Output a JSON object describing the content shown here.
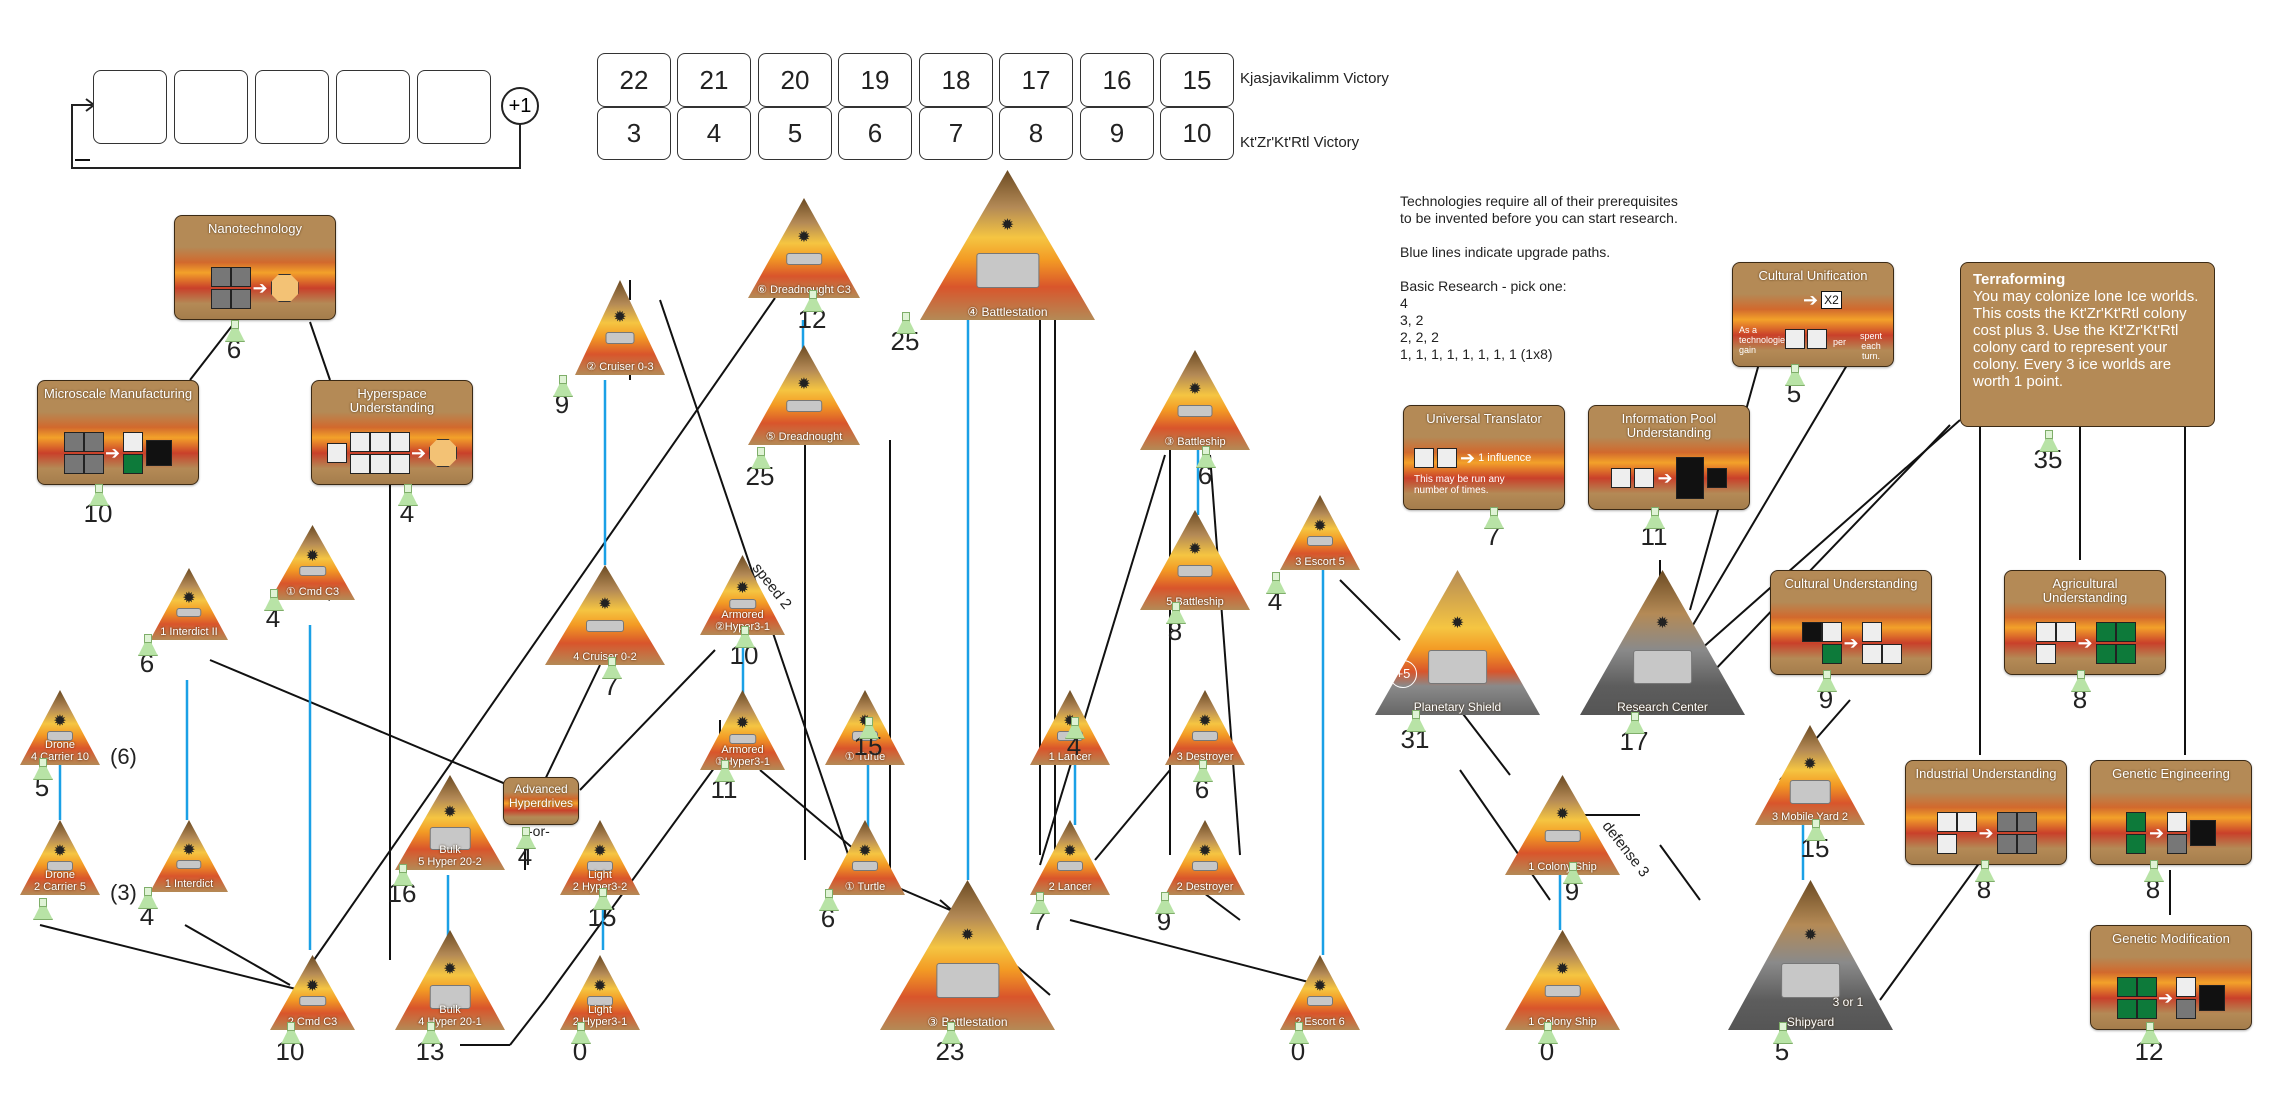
{
  "track": {
    "slots": [
      "",
      "",
      "",
      "",
      ""
    ],
    "plus_label": "+1"
  },
  "victory": {
    "top": [
      "22",
      "21",
      "20",
      "19",
      "18",
      "17",
      "16",
      "15"
    ],
    "bottom": [
      "3",
      "4",
      "5",
      "6",
      "7",
      "8",
      "9",
      "10"
    ],
    "top_label": "Kjasjavikalimm Victory",
    "bottom_label": "Kt'Zr'Kt'Rtl Victory"
  },
  "notes": {
    "lines": [
      "Technologies require all of their prerequisites",
      "to be invented before you can start research.",
      "",
      "Blue lines indicate upgrade paths.",
      "",
      "Basic Research - pick one:",
      "4",
      "3, 2",
      "2, 2, 2",
      "1, 1, 1, 1, 1, 1, 1, 1 (1x8)"
    ]
  },
  "cards": {
    "nanotechnology": {
      "title": "Nanotechnology",
      "cost": "6"
    },
    "microscale": {
      "title": "Microscale Manufacturing",
      "cost": "10"
    },
    "hyperspace": {
      "title": "Hyperspace Understanding",
      "cost": "4"
    },
    "adv_hyperdrives": {
      "title": "Advanced Hyperdrives",
      "cost": "4",
      "or": "-or-"
    },
    "universal_translator": {
      "title": "Universal Translator",
      "detail": "1 influence",
      "sub": "This may be run any number of times.",
      "cost": "7"
    },
    "info_pool": {
      "title": "Information Pool Understanding",
      "cost": "11"
    },
    "cultural_unification": {
      "title": "Cultural Unification",
      "x2": "X2",
      "sub1": "As a technologies gain",
      "sub2": "per",
      "sub3": "spent each turn.",
      "cost": "5"
    },
    "cultural_understanding": {
      "title": "Cultural Understanding",
      "cost": "9"
    },
    "agricultural": {
      "title": "Agricultural Understanding",
      "cost": "8"
    },
    "industrial": {
      "title": "Industrial Understanding",
      "cost": "8"
    },
    "genetic_eng": {
      "title": "Genetic Engineering",
      "cost": "8"
    },
    "genetic_mod": {
      "title": "Genetic Modification",
      "cost": "12"
    }
  },
  "terraforming": {
    "title": "Terraforming",
    "body": "You may colonize lone Ice worlds.  This costs the Kt'Zr'Kt'Rtl colony cost plus 3. Use the Kt'Zr'Kt'Rtl colony card to represent your colony. Every 3 ice worlds are worth 1 point.",
    "cost": "35"
  },
  "techs": {
    "drone4": {
      "label": "4 Carrier 10",
      "top": "Drone",
      "cost": "5"
    },
    "drone2": {
      "label": "2 Carrier 5",
      "top": "Drone",
      "cost": "",
      "note": "(3)"
    },
    "interdict_ii": {
      "label": "1 Interdict II",
      "cost": "6"
    },
    "interdict": {
      "label": "1 Interdict",
      "cost": "4"
    },
    "cmd_c3_top": {
      "label": "① Cmd  C3",
      "cost": "4"
    },
    "cmd_c3_bot": {
      "label": "2  Cmd  C3",
      "cost": "10"
    },
    "bulk5": {
      "label": "5 Hyper 20-2",
      "top": "Bulk",
      "cost": "16"
    },
    "bulk4": {
      "label": "4 Hyper 20-1",
      "top": "Bulk",
      "cost": "13"
    },
    "light32": {
      "label": "2 Hyper3-2",
      "top": "Light",
      "cost": "15"
    },
    "light31": {
      "label": "2 Hyper3-1",
      "top": "Light",
      "cost": "0"
    },
    "cruiser03": {
      "label": "② Cruiser 0-3",
      "cost": "9"
    },
    "cruiser02": {
      "label": "4  Cruiser 0-2",
      "cost": "7"
    },
    "armored2": {
      "label": "②Hyper3-1",
      "top": "Armored",
      "cost": "10"
    },
    "armored1": {
      "label": "①Hyper3-1",
      "top": "Armored",
      "cost": "11"
    },
    "dreadc3": {
      "label": "⑥ Dreadnought C3",
      "cost": "12"
    },
    "dread5": {
      "label": "⑤ Dreadnought",
      "cost": "25"
    },
    "turtle_top": {
      "label": "① Turtle",
      "cost": "15"
    },
    "turtle_bot": {
      "label": "① Turtle",
      "cost": "6"
    },
    "bstation4": {
      "label": "④  Battlestation",
      "cost": "25"
    },
    "bstation3": {
      "label": "③  Battlestation",
      "cost": "23"
    },
    "lancer1": {
      "label": "1  Lancer",
      "cost": "4"
    },
    "lancer2": {
      "label": "2  Lancer",
      "cost": "7"
    },
    "battleship3": {
      "label": "③ Battleship",
      "cost": "6"
    },
    "battleship5": {
      "label": "5  Battleship",
      "cost": "8"
    },
    "destroyer3": {
      "label": "3  Destroyer",
      "cost": "6"
    },
    "destroyer2": {
      "label": "2  Destroyer",
      "cost": "9"
    },
    "escort3": {
      "label": "3  Escort 5",
      "cost": "4"
    },
    "escort2": {
      "label": "2  Escort 6",
      "cost": "0"
    },
    "planetary_shield": {
      "label": "Planetary Shield",
      "badge": "+5",
      "cost": "31"
    },
    "research_center": {
      "label": "Research Center",
      "cost": "17"
    },
    "colony_ship1": {
      "label": "1  Colony Ship",
      "cost": "9"
    },
    "colony_ship0": {
      "label": "1  Colony Ship",
      "cost": "0"
    },
    "mobile_yard": {
      "label": "3  Mobile Yard  2",
      "cost": "15"
    },
    "shipyard": {
      "label": "Shipyard",
      "note": "3 or 1",
      "cost": "5"
    }
  },
  "annotations": {
    "speed": "speed 2",
    "defense": "defense 3",
    "drone_note": "(6)"
  },
  "colors": {
    "upgrade": "#1aa0e6",
    "prereq": "#111111",
    "panel": "#b48a56"
  }
}
